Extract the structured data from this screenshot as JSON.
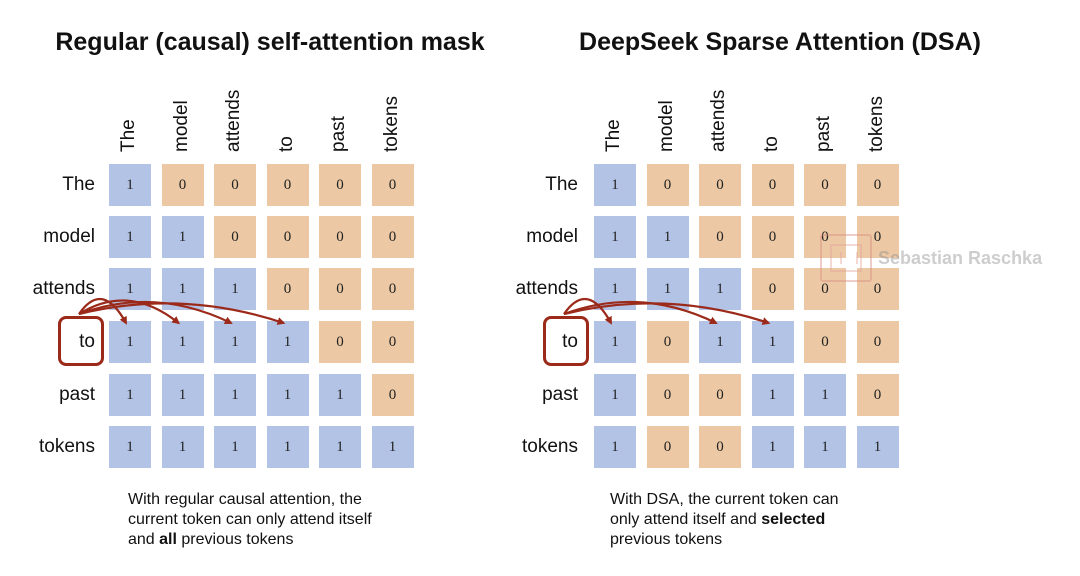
{
  "tokens": [
    "The",
    "model",
    "attends",
    "to",
    "past",
    "tokens"
  ],
  "query_token_index": 3,
  "colors": {
    "attend": "#b3c3e6",
    "masked": "#ecc9a4",
    "arrow": "#9b2a1a",
    "query_box": "#9b2a1a"
  },
  "panels": [
    {
      "title": "Regular (causal) self-attention mask",
      "mask": [
        [
          1,
          0,
          0,
          0,
          0,
          0
        ],
        [
          1,
          1,
          0,
          0,
          0,
          0
        ],
        [
          1,
          1,
          1,
          0,
          0,
          0
        ],
        [
          1,
          1,
          1,
          1,
          0,
          0
        ],
        [
          1,
          1,
          1,
          1,
          1,
          0
        ],
        [
          1,
          1,
          1,
          1,
          1,
          1
        ]
      ],
      "caption": {
        "line1": "With regular causal attention, the",
        "line2": "current token can only attend itself",
        "line3_pre": "and ",
        "line3_bold": "all",
        "line3_post": " previous tokens"
      }
    },
    {
      "title": "DeepSeek Sparse Attention (DSA)",
      "mask": [
        [
          1,
          0,
          0,
          0,
          0,
          0
        ],
        [
          1,
          1,
          0,
          0,
          0,
          0
        ],
        [
          1,
          1,
          1,
          0,
          0,
          0
        ],
        [
          1,
          0,
          1,
          1,
          0,
          0
        ],
        [
          1,
          0,
          0,
          1,
          1,
          0
        ],
        [
          1,
          0,
          0,
          1,
          1,
          1
        ]
      ],
      "caption": {
        "line1": "With DSA, the current token can",
        "line2_pre": "only attend itself and ",
        "line2_bold": "selected",
        "line3": "previous tokens"
      }
    }
  ],
  "watermark": {
    "text": "Sebastian Raschka",
    "icon": "seal-icon"
  }
}
